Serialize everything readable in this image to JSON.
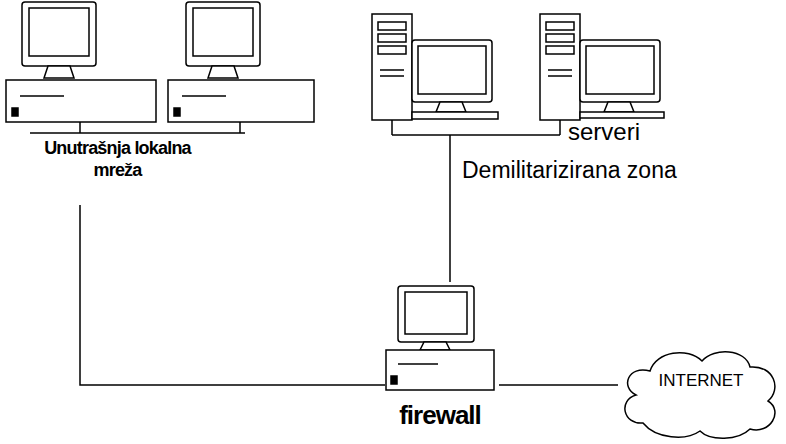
{
  "diagram": {
    "nodes": [
      {
        "text": [
          "Unutrašnja lokalna mreža"
        ]
      },
      {
        "text": [
          "serveri",
          "Demilitarizirana zona"
        ]
      },
      {
        "text": [
          "firewall"
        ]
      },
      {
        "text": [
          "INTERNET"
        ]
      }
    ],
    "edges": [
      {
        "from": 0,
        "to": 2,
        "arrow": "none"
      },
      {
        "from": 1,
        "to": 2,
        "arrow": "none"
      },
      {
        "from": 2,
        "to": 3,
        "arrow": "none"
      }
    ]
  }
}
